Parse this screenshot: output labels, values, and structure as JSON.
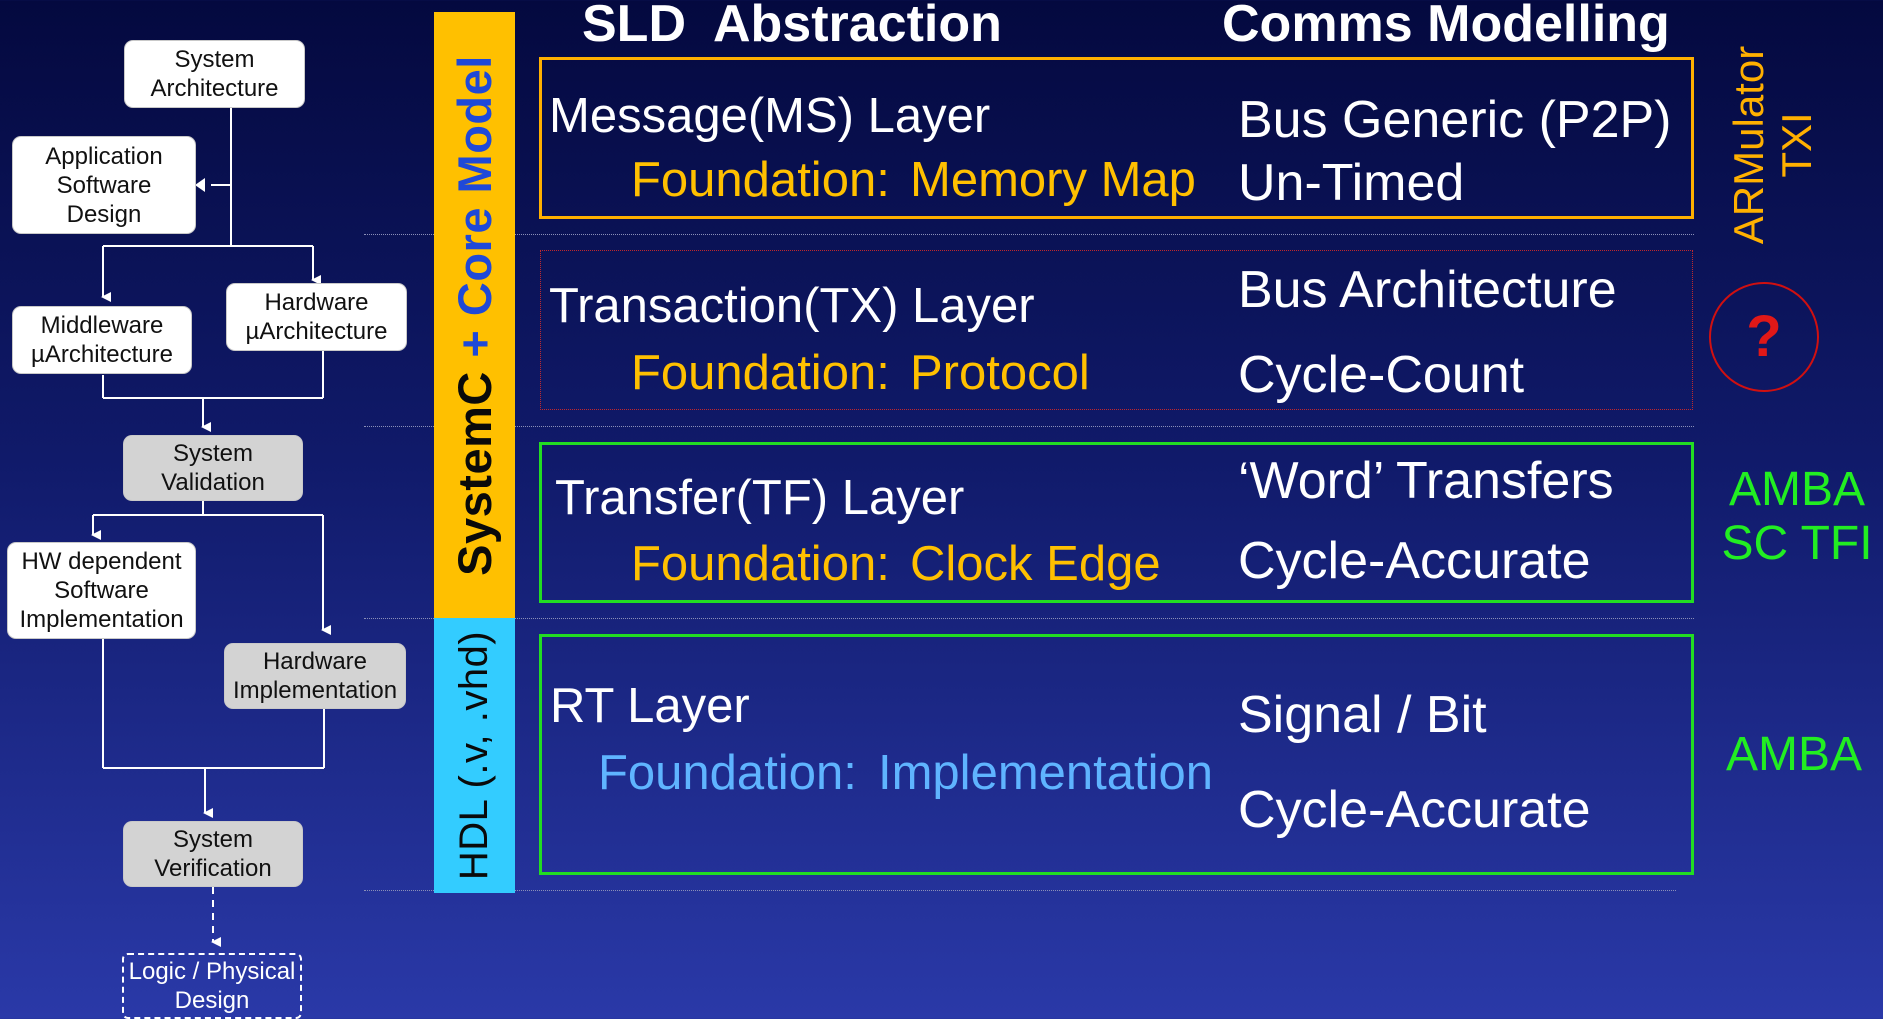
{
  "colors": {
    "yellow_band": "#ffc000",
    "cyan_band": "#33ccff",
    "core_model_blue": "#1f49d8",
    "orange_border": "#ffb000",
    "red_dotted_border": "#c0282e",
    "green_border": "#22dd22",
    "foundation_yellow": "#ffc000",
    "foundation_blue": "#5fb4ff",
    "green_text": "#22ee22",
    "red_circle": "#d01010"
  },
  "headers": {
    "sld_abstraction": "SLD  Abstraction",
    "comms_modelling": "Comms Modelling"
  },
  "flow": {
    "system_architecture": "System\nArchitecture",
    "application_software_design": "Application\nSoftware\nDesign",
    "middleware_uarchitecture": "Middleware\nµArchitecture",
    "hardware_uarchitecture": "Hardware\nµArchitecture",
    "system_validation": "System\nValidation",
    "hw_dependent_software": "HW dependent\nSoftware\nImplementation",
    "hardware_implementation": "Hardware\nImplementation",
    "system_verification": "System\nVerification",
    "logic_physical_design": "Logic / Physical\nDesign"
  },
  "bands": {
    "systemc": "SystemC",
    "plus": " + ",
    "core_model": "Core Model",
    "hdl": "HDL (.v, .vhd)"
  },
  "layers": [
    {
      "name": "Message(MS) Layer",
      "foundation_label": "Foundation:",
      "foundation_value": "Memory Map",
      "comms_1": "Bus Generic (P2P)",
      "comms_2": "Un-Timed"
    },
    {
      "name": "Transaction(TX) Layer",
      "foundation_label": "Foundation:",
      "foundation_value": "Protocol",
      "comms_1": "Bus Architecture",
      "comms_2": "Cycle-Count"
    },
    {
      "name": "Transfer(TF) Layer",
      "foundation_label": "Foundation:",
      "foundation_value": "Clock Edge",
      "comms_1": "‘Word’ Transfers",
      "comms_2": "Cycle-Accurate"
    },
    {
      "name": "RT Layer",
      "foundation_label": "Foundation:",
      "foundation_value": "Implementation",
      "comms_1": "Signal / Bit",
      "comms_2": "Cycle-Accurate"
    }
  ],
  "side_labels": {
    "armulator": "ARMulator",
    "txi": "TXI",
    "question": "?",
    "amba_sc_tfi": "AMBA\nSC TFI",
    "amba": "AMBA"
  }
}
